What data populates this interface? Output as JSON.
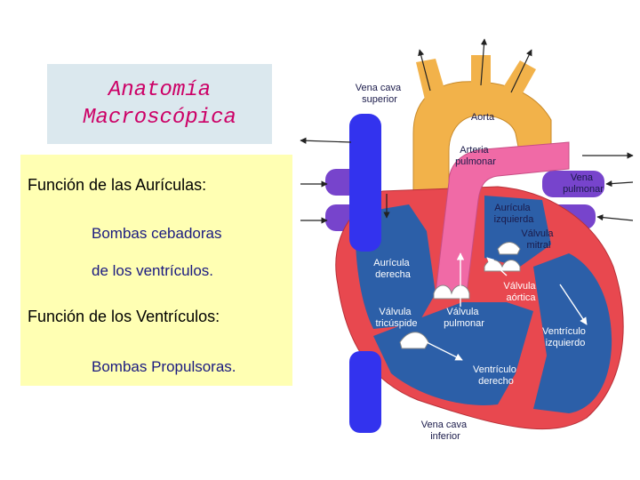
{
  "title": {
    "line1": "Anatomía",
    "line2": "Macroscópica"
  },
  "content": {
    "atria_heading": "Función de las Aurículas:",
    "atria_text_line1": "Bombas cebadoras",
    "atria_text_line2": "de los ventrículos.",
    "ventricles_heading": "Función de los Ventrículos:",
    "ventricles_text": "Bombas Propulsoras."
  },
  "diagram_labels": {
    "vena_cava_superior": [
      "Vena cava",
      "superior"
    ],
    "aorta": "Aorta",
    "arteria_pulmonar": [
      "Arteria",
      "pulmonar"
    ],
    "vena_pulmonar": [
      "Vena",
      "pulmonar"
    ],
    "auricula_izquierda": [
      "Aurícula",
      "izquierda"
    ],
    "valvula_mitral": [
      "Válvula",
      "mitral"
    ],
    "auricula_derecha": [
      "Aurícula",
      "derecha"
    ],
    "valvula_aortica": [
      "Válvula",
      "aórtica"
    ],
    "valvula_tricuspide": [
      "Válvula",
      "tricúspide"
    ],
    "valvula_pulmonar": [
      "Válvula",
      "pulmonar"
    ],
    "ventriculo_izquierdo": [
      "Ventrículo",
      "izquierdo"
    ],
    "ventriculo_derecho": [
      "Ventrículo",
      "derecho"
    ],
    "vena_cava_inferior": [
      "Vena cava",
      "inferior"
    ]
  },
  "colors": {
    "title_text": "#cc0066",
    "title_bg": "#dbe8ee",
    "content_bg": "#ffffb3",
    "vena_cava": "#3333ee",
    "aorta": "#f2b24a",
    "pulmonary_artery": "#f06aa6",
    "pulmonary_vein": "#7744cc",
    "heart_wall": "#e8484f",
    "chamber": "#2c5fa8"
  }
}
